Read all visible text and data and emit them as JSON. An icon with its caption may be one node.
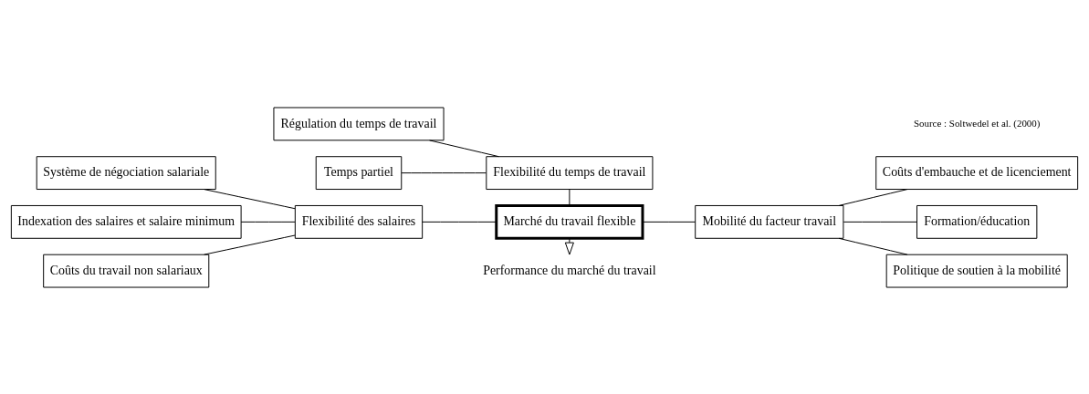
{
  "diagram": {
    "nodes": [
      {
        "text": [
          "Marché du travail flexible"
        ]
      },
      {
        "text": [
          "Flexibilité des salaires"
        ]
      },
      {
        "text": [
          "Flexibilité du temps de travail"
        ]
      },
      {
        "text": [
          "Mobilité du facteur travail"
        ]
      },
      {
        "text": [
          "Performance du marché du travail"
        ]
      },
      {
        "text": [
          "Système de négociation salariale"
        ]
      },
      {
        "text": [
          "Indexation des salaires et salaire minimum"
        ]
      },
      {
        "text": [
          "Coûts du travail non salariaux"
        ]
      },
      {
        "text": [
          "Régulation du temps de travail"
        ]
      },
      {
        "text": [
          "Temps partiel"
        ]
      },
      {
        "text": [
          "Coûts d'embauche et de licenciement"
        ]
      },
      {
        "text": [
          "Formation/éducation"
        ]
      },
      {
        "text": [
          "Politique de soutien à la mobilité"
        ]
      }
    ],
    "edges": [
      {
        "from": 5,
        "to": 1,
        "arrow": "none"
      },
      {
        "from": 6,
        "to": 1,
        "arrow": "none"
      },
      {
        "from": 7,
        "to": 1,
        "arrow": "none"
      },
      {
        "from": 8,
        "to": 2,
        "arrow": "none"
      },
      {
        "from": 9,
        "to": 2,
        "arrow": "none"
      },
      {
        "from": 1,
        "to": 0,
        "arrow": "none"
      },
      {
        "from": 2,
        "to": 0,
        "arrow": "none"
      },
      {
        "from": 0,
        "to": 3,
        "arrow": "none"
      },
      {
        "from": 0,
        "to": 4,
        "arrow": "to"
      },
      {
        "from": 3,
        "to": 10,
        "arrow": "none"
      },
      {
        "from": 3,
        "to": 11,
        "arrow": "none"
      },
      {
        "from": 3,
        "to": 12,
        "arrow": "none"
      }
    ],
    "labels": [
      "Source : Soltwedel et al. (2000)"
    ]
  }
}
